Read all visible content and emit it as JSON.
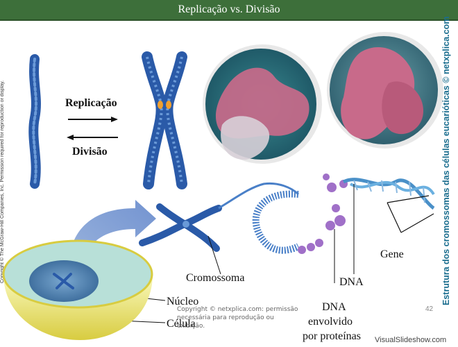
{
  "title": "Replicação vs. Divisão",
  "left_copyright": "Copyright © The McGraw-Hill Companies, Inc. Permission required for reproduction or display.",
  "right_caption": "Estrutura dos cromossomas das células eucarióticas © netxplica.com",
  "labels": {
    "replicacao": "Replicação",
    "divisao": "Divisão",
    "gene": "Gene",
    "cromossoma": "Cromossoma",
    "dna": "DNA",
    "nucleo": "Núcleo",
    "dna_envolvido_1": "DNA",
    "dna_envolvido_2": "envolvido",
    "dna_envolvido_3": "por proteínas",
    "celula": "Célula"
  },
  "bottom_copyright": "Copyright © netxplica.com: permissão necessária para reprodução ou exibição.",
  "slide_number": "42",
  "watermark": "VisualSlideshow.com",
  "colors": {
    "title_bar": "#3d6f3a",
    "chromosome": "#2a5aa8",
    "micrograph_pink": "#c86a8a",
    "dna_helix": "#4a90c8",
    "cell_yellow": "#e8e070",
    "nucleus": "#5a8ab8",
    "caption": "#1a6d8e"
  }
}
